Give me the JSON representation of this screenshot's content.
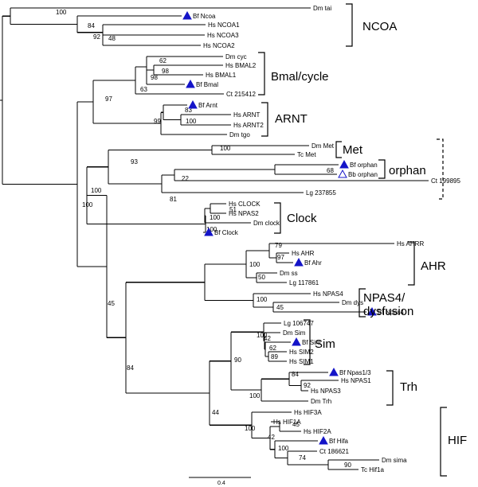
{
  "tree": {
    "leaves": [
      {
        "id": "dm_tai",
        "label": "Dm tai"
      },
      {
        "id": "bf_ncoa",
        "label": "Bf Ncoa",
        "marker": "filled"
      },
      {
        "id": "hs_ncoa1",
        "label": "Hs NCOA1"
      },
      {
        "id": "hs_ncoa3",
        "label": "Hs NCOA3"
      },
      {
        "id": "hs_ncoa2",
        "label": "Hs NCOA2"
      },
      {
        "id": "dm_cyc",
        "label": "Dm cyc"
      },
      {
        "id": "hs_bmal2",
        "label": "Hs BMAL2"
      },
      {
        "id": "hs_bmal1",
        "label": "Hs BMAL1"
      },
      {
        "id": "bf_bmal",
        "label": "Bf Bmal",
        "marker": "filled"
      },
      {
        "id": "ct_215412",
        "label": "Ct 215412"
      },
      {
        "id": "bf_arnt",
        "label": "Bf Arnt",
        "marker": "filled"
      },
      {
        "id": "hs_arnt",
        "label": "Hs ARNT"
      },
      {
        "id": "hs_arnt2",
        "label": "Hs ARNT2"
      },
      {
        "id": "dm_tgo",
        "label": "Dm tgo"
      },
      {
        "id": "dm_met",
        "label": "Dm Met"
      },
      {
        "id": "tc_met",
        "label": "Tc Met"
      },
      {
        "id": "bf_orphan",
        "label": "Bf orphan",
        "marker": "filled"
      },
      {
        "id": "bb_orphan",
        "label": "Bb orphan",
        "marker": "open"
      },
      {
        "id": "ct_199895",
        "label": "Ct 199895"
      },
      {
        "id": "lg_237855",
        "label": "Lg 237855"
      },
      {
        "id": "hs_clock",
        "label": "Hs CLOCK"
      },
      {
        "id": "hs_npas2",
        "label": "Hs NPAS2"
      },
      {
        "id": "dm_clock",
        "label": "Dm clock"
      },
      {
        "id": "bf_clock",
        "label": "Bf Clock",
        "marker": "filled"
      },
      {
        "id": "hs_ahrr",
        "label": "Hs AHRR"
      },
      {
        "id": "hs_ahr",
        "label": "Hs AHR"
      },
      {
        "id": "bf_ahr",
        "label": "Bf Ahr",
        "marker": "filled"
      },
      {
        "id": "dm_ss",
        "label": "Dm ss"
      },
      {
        "id": "lg_117861",
        "label": "Lg 117861"
      },
      {
        "id": "hs_npas4",
        "label": "Hs NPAS4"
      },
      {
        "id": "dm_dys",
        "label": "Dm dys"
      },
      {
        "id": "bf_npas4",
        "label": "Bf Npas4",
        "marker": "filled"
      },
      {
        "id": "lg_106747",
        "label": "Lg 106747"
      },
      {
        "id": "dm_sim",
        "label": "Dm Sim"
      },
      {
        "id": "bf_sim",
        "label": "Bf Sim",
        "marker": "filled"
      },
      {
        "id": "hs_sim2",
        "label": "Hs SIM2"
      },
      {
        "id": "hs_sim1",
        "label": "Hs SIM1"
      },
      {
        "id": "bf_npas13",
        "label": "Bf Npas1/3",
        "marker": "filled"
      },
      {
        "id": "hs_npas1",
        "label": "Hs NPAS1"
      },
      {
        "id": "hs_npas3",
        "label": "Hs NPAS3"
      },
      {
        "id": "dm_trh",
        "label": "Dm Trh"
      },
      {
        "id": "hs_hif3a",
        "label": "Hs HIF3A"
      },
      {
        "id": "hs_hif1a",
        "label": "Hs HIF1A"
      },
      {
        "id": "hs_hif2a",
        "label": "Hs HIF2A"
      },
      {
        "id": "bf_hifa",
        "label": "Bf Hifa",
        "marker": "filled"
      },
      {
        "id": "ct_186621",
        "label": "Ct 186621"
      },
      {
        "id": "dm_sima",
        "label": "Dm sima"
      },
      {
        "id": "tc_hif1a",
        "label": "Tc Hif1a"
      }
    ],
    "bootstrap": [
      "100",
      "84",
      "92",
      "48",
      "62",
      "98",
      "98",
      "63",
      "97",
      "83",
      "100",
      "99",
      "100",
      "100",
      "93",
      "68",
      "81",
      "22",
      "100",
      "100",
      "51",
      "100",
      "45",
      "79",
      "97",
      "100",
      "50",
      "84",
      "100",
      "45",
      "44",
      "100",
      "42",
      "62",
      "89",
      "90",
      "84",
      "92",
      "100",
      "100",
      "100",
      "45",
      "42",
      "74",
      "90",
      "100"
    ],
    "groups": [
      {
        "id": "ncoa",
        "lines": [
          "NCOA"
        ]
      },
      {
        "id": "bmal",
        "lines": [
          "Bmal/cycle"
        ]
      },
      {
        "id": "arnt",
        "lines": [
          "ARNT"
        ]
      },
      {
        "id": "met",
        "lines": [
          "Met"
        ]
      },
      {
        "id": "orphan",
        "lines": [
          "orphan"
        ]
      },
      {
        "id": "clock",
        "lines": [
          "Clock"
        ]
      },
      {
        "id": "ahr",
        "lines": [
          "AHR"
        ]
      },
      {
        "id": "npas4",
        "lines": [
          "NPAS4/",
          "dysfusion"
        ]
      },
      {
        "id": "sim",
        "lines": [
          "Sim"
        ]
      },
      {
        "id": "trh",
        "lines": [
          "Trh"
        ]
      },
      {
        "id": "hif",
        "lines": [
          "HIF"
        ]
      }
    ],
    "scale_label": "0.4",
    "colors": {
      "branch": "#000000",
      "marker": "#1414c8"
    }
  }
}
